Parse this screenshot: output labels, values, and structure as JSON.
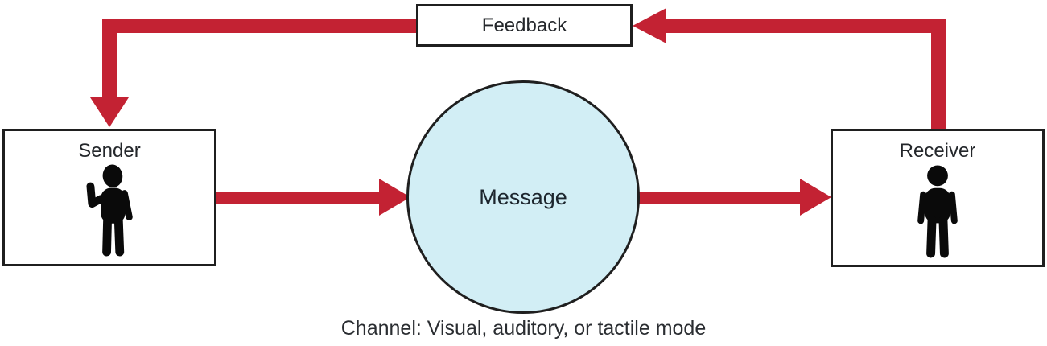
{
  "diagram": {
    "nodes": {
      "feedback": {
        "label": "Feedback"
      },
      "sender": {
        "label": "Sender"
      },
      "message": {
        "label": "Message"
      },
      "receiver": {
        "label": "Receiver"
      }
    },
    "caption": "Channel: Visual, auditory, or tactile mode",
    "icons": {
      "sender": "waving-person-icon",
      "receiver": "standing-person-icon"
    },
    "flow": [
      "Sender -> Message",
      "Message -> Receiver",
      "Receiver -> Feedback",
      "Feedback -> Sender"
    ],
    "colors": {
      "arrow": "#c32233",
      "border": "#1f1f1f",
      "message_fill": "#d2eef5",
      "text": "#24272b",
      "background": "#ffffff"
    }
  }
}
